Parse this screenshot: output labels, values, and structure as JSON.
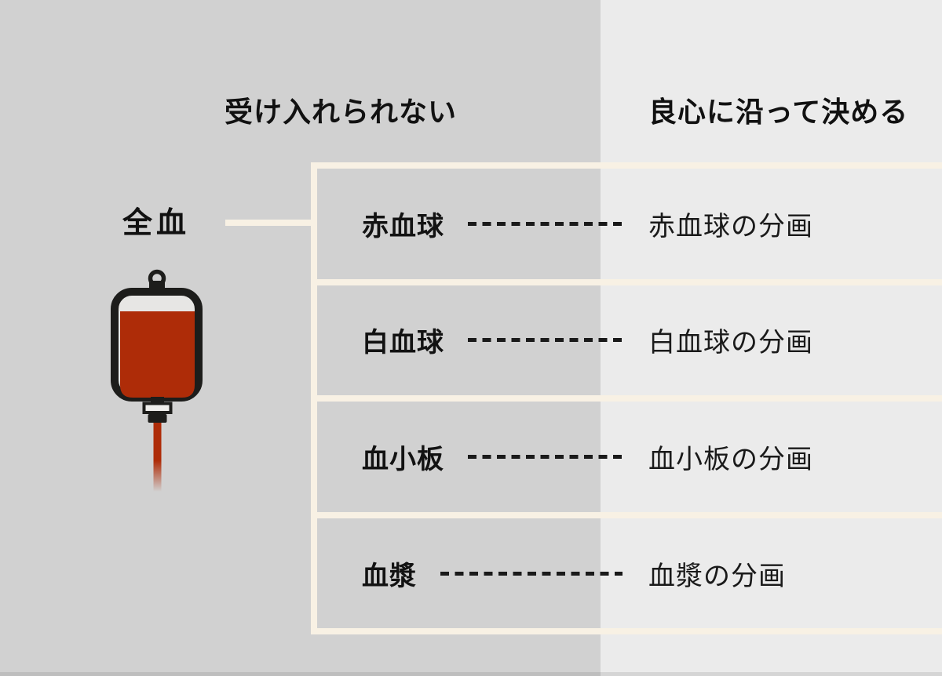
{
  "colors": {
    "bg_left": "#d1d1d1",
    "bg_right": "#ebebeb",
    "line_cream": "#f8f1e4",
    "accent_red": "#ae2c08",
    "ink": "#141414"
  },
  "headers": {
    "left": "受け入れられない",
    "right": "良心に沿って決める"
  },
  "source": {
    "label": "全血",
    "icon": "blood-bag-icon"
  },
  "rows": [
    {
      "component": "赤血球",
      "fraction": "赤血球の分画"
    },
    {
      "component": "白血球",
      "fraction": "白血球の分画"
    },
    {
      "component": "血小板",
      "fraction": "血小板の分画"
    },
    {
      "component": "血漿",
      "fraction": "血漿の分画"
    }
  ]
}
